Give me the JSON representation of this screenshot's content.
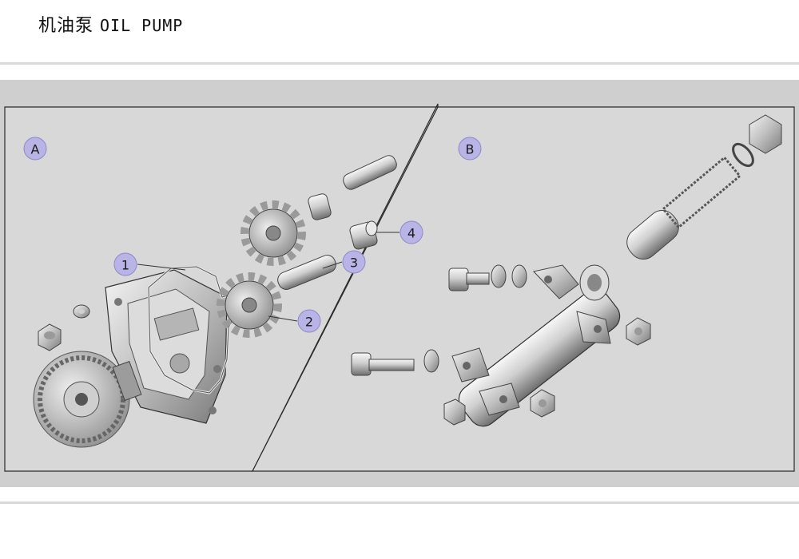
{
  "header": {
    "title_cn": "机油泵",
    "title_en": "OIL PUMP"
  },
  "sections": [
    {
      "id": "A",
      "label": "A"
    },
    {
      "id": "B",
      "label": "B"
    }
  ],
  "callouts": [
    {
      "label": "1"
    },
    {
      "label": "2"
    },
    {
      "label": "3"
    },
    {
      "label": "4"
    }
  ]
}
